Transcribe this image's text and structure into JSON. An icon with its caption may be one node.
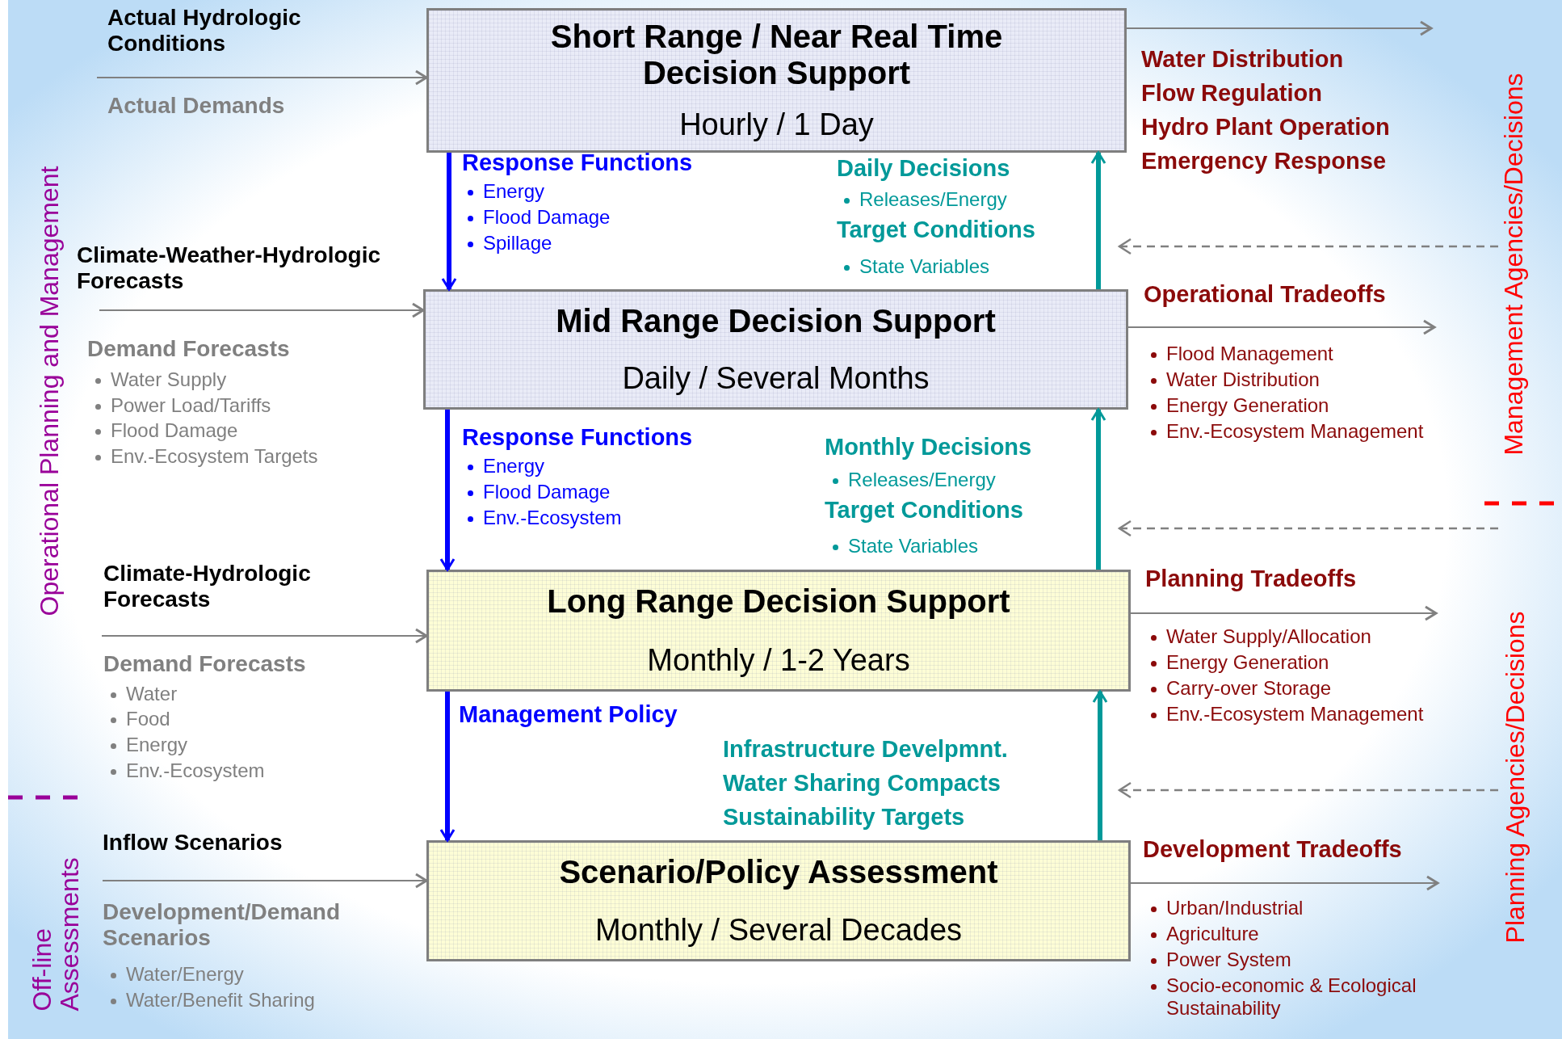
{
  "diagram": {
    "nodes": [
      {
        "text": [
          "Short Range / Near Real Time Decision Support",
          "Hourly / 1 Day"
        ]
      },
      {
        "text": [
          "Mid Range Decision Support",
          "Daily / Several Months"
        ]
      },
      {
        "text": [
          "Long Range Decision Support",
          "Monthly / 1-2 Years"
        ]
      },
      {
        "text": [
          "Scenario/Policy Assessment",
          "Monthly / Several Decades"
        ]
      }
    ],
    "edges": [
      {
        "from": null,
        "to": 0,
        "arrow": "to"
      },
      {
        "from": 0,
        "to": null,
        "arrow": "to"
      },
      {
        "from": null,
        "to": 1,
        "arrow": "to"
      },
      {
        "from": 1,
        "to": null,
        "arrow": "to"
      },
      {
        "from": null,
        "to": 2,
        "arrow": "to"
      },
      {
        "from": 2,
        "to": null,
        "arrow": "to"
      },
      {
        "from": null,
        "to": 3,
        "arrow": "to"
      },
      {
        "from": 3,
        "to": null,
        "arrow": "to"
      },
      {
        "from": 0,
        "to": 1,
        "arrow": "to",
        "style": "thick",
        "color": "#0000ff"
      },
      {
        "from": 1,
        "to": 0,
        "arrow": "to",
        "style": "thick",
        "color": "#009999"
      },
      {
        "from": 1,
        "to": 2,
        "arrow": "to",
        "style": "thick",
        "color": "#0000ff"
      },
      {
        "from": 2,
        "to": 1,
        "arrow": "to",
        "style": "thick",
        "color": "#009999"
      },
      {
        "from": 2,
        "to": 3,
        "arrow": "to",
        "style": "thick",
        "color": "#0000ff"
      },
      {
        "from": 3,
        "to": 2,
        "arrow": "to",
        "style": "thick",
        "color": "#009999"
      }
    ],
    "labels": [
      "Actual Hydrologic Conditions",
      "Actual Demands",
      "Climate-Weather-Hydrologic Forecasts",
      "Demand Forecasts",
      "Water Supply",
      "Power Load/Tariffs",
      "Flood Damage",
      "Env.-Ecosystem Targets",
      "Climate-Hydrologic Forecasts",
      "Demand Forecasts",
      "Water",
      "Food",
      "Energy",
      "Env.-Ecosystem",
      "Inflow Scenarios",
      "Development/Demand Scenarios",
      "Water/Energy",
      "Water/Benefit Sharing",
      "Response Functions",
      "Energy",
      "Flood Damage",
      "Spillage",
      "Daily Decisions",
      "Releases/Energy",
      "Target Conditions",
      "State Variables",
      "Response Functions",
      "Energy",
      "Flood Damage",
      "Env.-Ecosystem",
      "Monthly Decisions",
      "Releases/Energy",
      "Target Conditions",
      "State Variables",
      "Management Policy",
      "Infrastructure Develpmnt.",
      "Water Sharing Compacts",
      "Sustainability Targets",
      "Water Distribution",
      "Flow Regulation",
      "Hydro Plant Operation",
      "Emergency Response",
      "Operational Tradeoffs",
      "Flood Management",
      "Water Distribution",
      "Energy Generation",
      "Env.-Ecosystem Management",
      "Planning Tradeoffs",
      "Water Supply/Allocation",
      "Energy Generation",
      "Carry-over Storage",
      "Env.-Ecosystem Management",
      "Development Tradeoffs",
      "Urban/Industrial",
      "Agriculture",
      "Power System",
      "Socio-economic & Ecological Sustainability",
      "Operational Planning and Management",
      "Off-line Assessments",
      "Management Agencies/Decisions",
      "Planning Agencies/Decisions"
    ]
  }
}
